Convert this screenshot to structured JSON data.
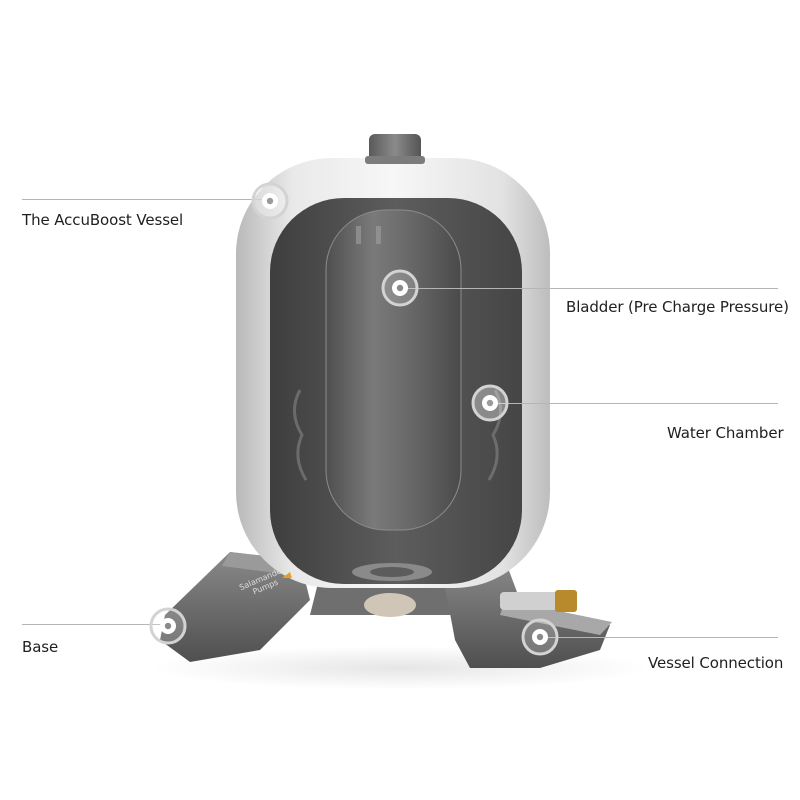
{
  "callouts": [
    {
      "id": "vessel",
      "label": "The AccuBoost Vessel"
    },
    {
      "id": "bladder",
      "label": "Bladder (Pre Charge Pressure)"
    },
    {
      "id": "water",
      "label": "Water Chamber"
    },
    {
      "id": "base",
      "label": "Base"
    },
    {
      "id": "connection",
      "label": "Vessel Connection"
    }
  ],
  "brand": {
    "line1": "Salamander",
    "line2": "Pumps"
  },
  "colors": {
    "shell": "#e6e6e6",
    "interior": "#5a5a5a",
    "bladder": "#6e6e6e",
    "base": "#6b6b6b",
    "leader_line": "#b5b5b5",
    "marker_ring": "#cfcfcf",
    "brand_accent": "#e8a020"
  }
}
